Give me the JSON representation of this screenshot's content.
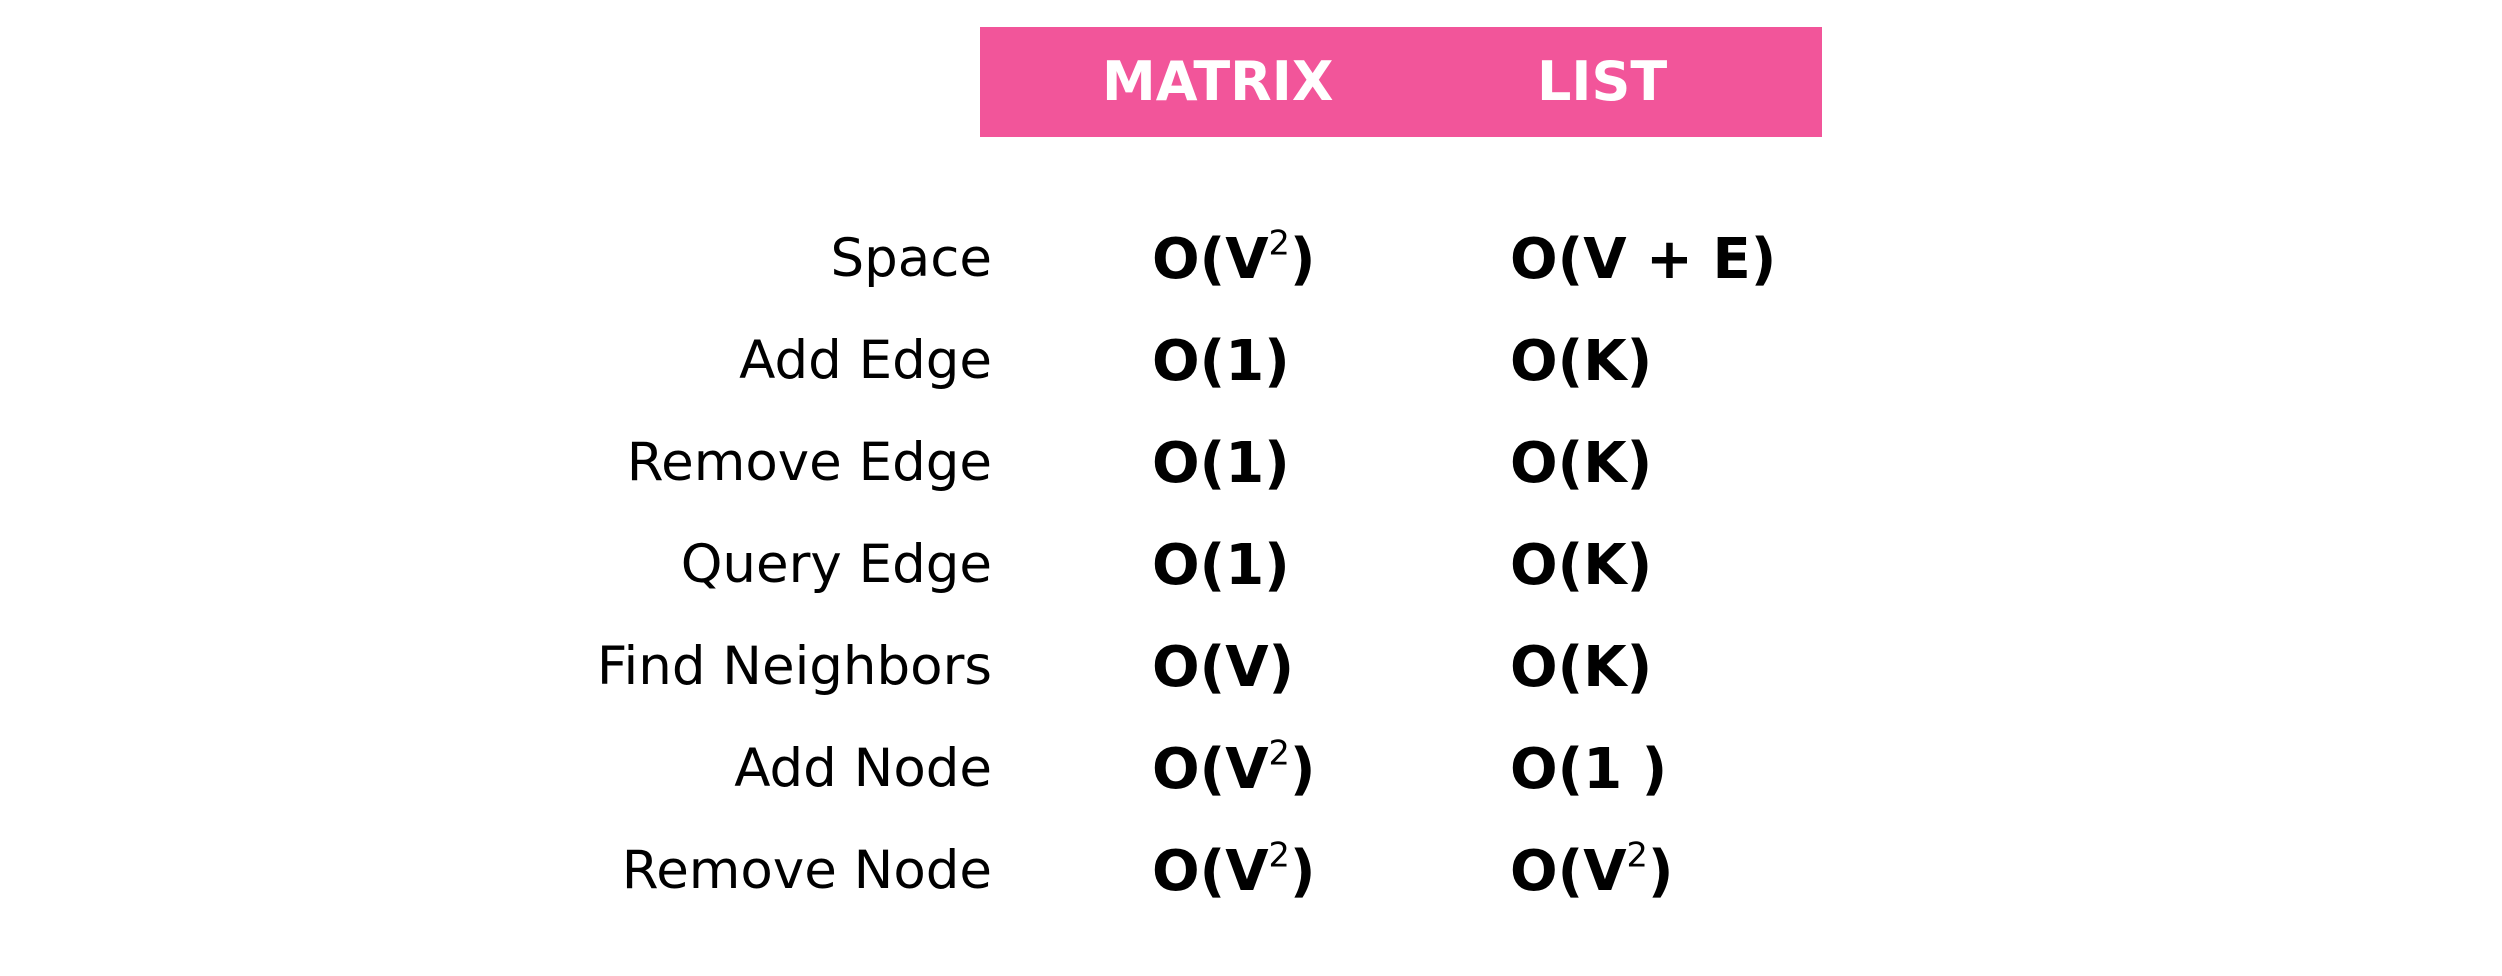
{
  "header": {
    "matrix_label": "MATRIX",
    "list_label": "LIST",
    "color": "#f2559a"
  },
  "rows": [
    {
      "operation": "Space",
      "matrix": {
        "base": "O(V",
        "sup": "2",
        "tail": ")"
      },
      "list": {
        "base": "O(V + E)",
        "sup": "",
        "tail": ""
      }
    },
    {
      "operation": "Add Edge",
      "matrix": {
        "base": "O(1)",
        "sup": "",
        "tail": ""
      },
      "list": {
        "base": "O(K)",
        "sup": "",
        "tail": ""
      }
    },
    {
      "operation": "Remove Edge",
      "matrix": {
        "base": "O(1)",
        "sup": "",
        "tail": ""
      },
      "list": {
        "base": "O(K)",
        "sup": "",
        "tail": ""
      }
    },
    {
      "operation": "Query Edge",
      "matrix": {
        "base": "O(1)",
        "sup": "",
        "tail": ""
      },
      "list": {
        "base": "O(K)",
        "sup": "",
        "tail": ""
      }
    },
    {
      "operation": "Find Neighbors",
      "matrix": {
        "base": "O(V)",
        "sup": "",
        "tail": ""
      },
      "list": {
        "base": "O(K)",
        "sup": "",
        "tail": ""
      }
    },
    {
      "operation": "Add Node",
      "matrix": {
        "base": "O(V",
        "sup": "2",
        "tail": ")"
      },
      "list": {
        "base": "O(1 )",
        "sup": "",
        "tail": ""
      }
    },
    {
      "operation": "Remove Node",
      "matrix": {
        "base": "O(V",
        "sup": "2",
        "tail": ")"
      },
      "list": {
        "base": "O(V",
        "sup": "2",
        "tail": ")"
      }
    }
  ]
}
